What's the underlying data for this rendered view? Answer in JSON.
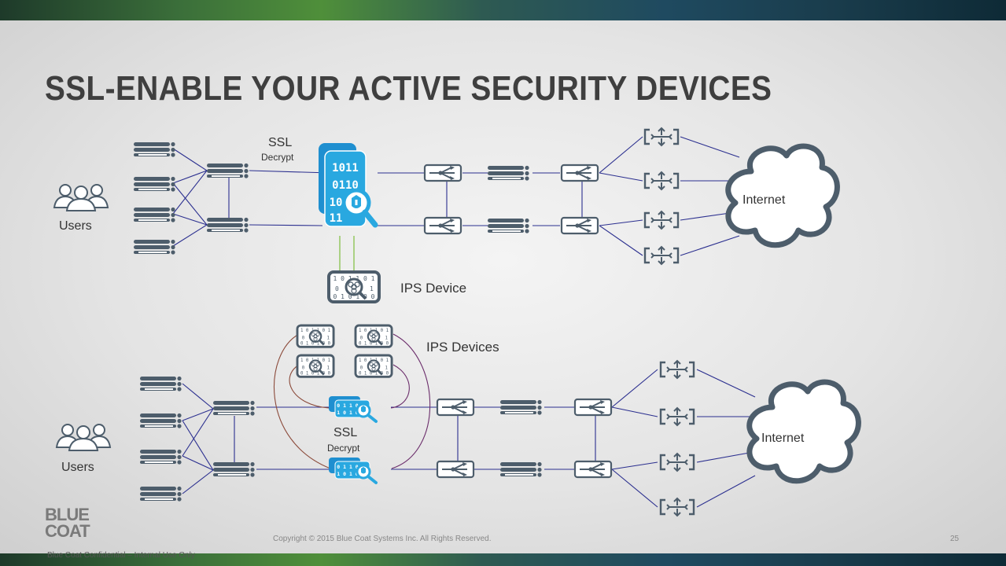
{
  "slide": {
    "title": "SSL-ENABLE YOUR ACTIVE SECURITY DEVICES",
    "page_number": "25",
    "copyright": "Copyright © 2015 Blue Coat Systems Inc.  All Rights Reserved.",
    "confidential": "Blue Coat Confidential – Internal Use Only",
    "logo": {
      "line1": "BLUE",
      "line2": "COAT"
    }
  },
  "top_diagram": {
    "users_label": "Users",
    "ssl_label": "SSL",
    "decrypt_label": "Decrypt",
    "ips_label": "IPS Device",
    "internet_label": "Internet"
  },
  "bottom_diagram": {
    "users_label": "Users",
    "ssl_label": "SSL",
    "decrypt_label": "Decrypt",
    "ips_label": "IPS Devices",
    "internet_label": "Internet"
  },
  "colors": {
    "link": "#2b2f8f",
    "icon": "#4d5d6b",
    "ssl_blue": "#29a8e0",
    "ips_link_green": "#7fbf3f",
    "ips_link_brown": "#8b4a3a",
    "ips_link_purple": "#6b2d6b"
  },
  "icons": [
    "users-icon",
    "switch-icon",
    "router-icon",
    "firewall-icon",
    "ssl-appliance-icon",
    "ips-device-icon",
    "cloud-icon"
  ]
}
